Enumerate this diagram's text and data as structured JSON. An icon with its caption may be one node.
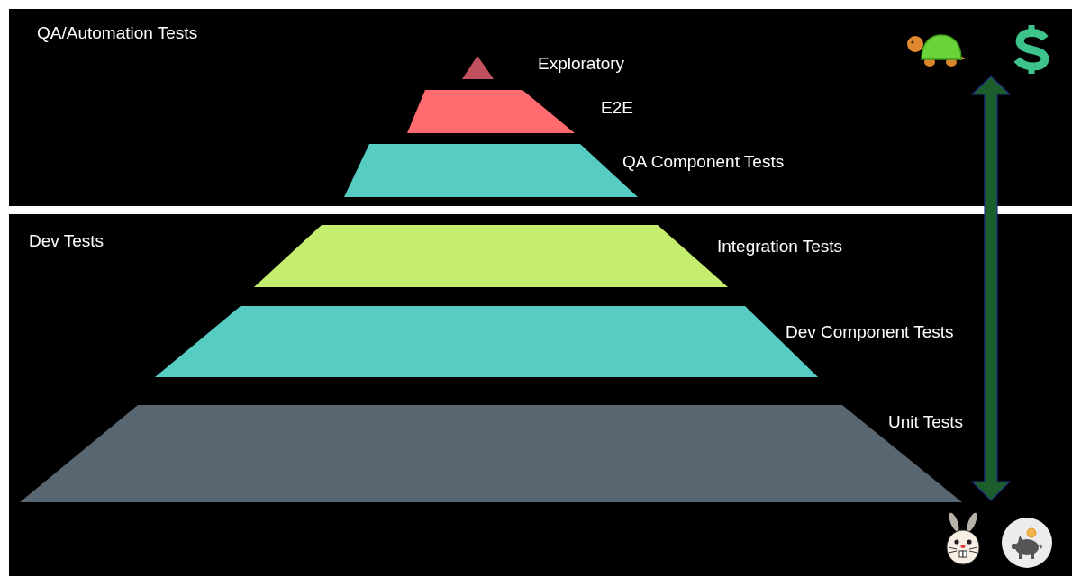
{
  "diagram": {
    "nodes": [
      {
        "text": [
          "QA/Automation Tests"
        ]
      },
      {
        "text": [
          "Exploratory"
        ],
        "in": 0
      },
      {
        "text": [
          "E2E"
        ],
        "in": 0
      },
      {
        "text": [
          "QA Component Tests"
        ],
        "in": 0
      },
      {
        "text": [
          "Dev Tests"
        ]
      },
      {
        "text": [
          "Integration Tests"
        ],
        "in": 4
      },
      {
        "text": [
          "Dev Component Tests"
        ],
        "in": 4
      },
      {
        "text": [
          "Unit Tests"
        ],
        "in": 4
      }
    ]
  }
}
